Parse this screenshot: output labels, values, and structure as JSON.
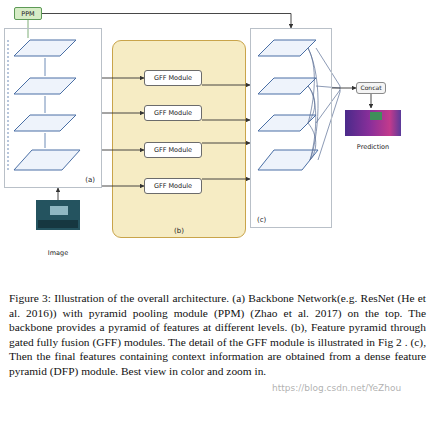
{
  "diagram": {
    "caption": "Figure 3: Illustration of the overall architecture. (a) Backbone Network(e.g. ResNet (He et al. 2016)) with pyramid pooling module (PPM) (Zhao et al. 2017) on the top. The backbone provides a pyramid of features at different levels. (b), Feature pyramid through gated fully fusion (GFF) modules. The detail of the GFF module is illustrated in Fig 2 . (c), Then the final features containing context information are obtained from a dense feature pyramid (DFP) module. Best view in color and zoom in.",
    "nodes": [
      {
        "text": [
          "PPM"
        ]
      },
      {
        "text": [
          "(a)"
        ]
      },
      {
        "text": [
          "(b)"
        ]
      },
      {
        "text": [
          "GFF Module"
        ],
        "in": 2
      },
      {
        "text": [
          "GFF Module"
        ],
        "in": 2
      },
      {
        "text": [
          "GFF Module"
        ],
        "in": 2
      },
      {
        "text": [
          "GFF Module"
        ],
        "in": 2
      },
      {
        "text": [
          "(c)"
        ]
      },
      {
        "text": [
          "Concat"
        ]
      },
      {
        "text": [
          "Image"
        ]
      },
      {
        "text": [
          "Prediction"
        ]
      }
    ],
    "edges": [
      {
        "from": 0,
        "to": 7,
        "arrow": "to"
      },
      {
        "from": 1,
        "to": 3,
        "arrow": "to"
      },
      {
        "from": 1,
        "to": 4,
        "arrow": "to"
      },
      {
        "from": 1,
        "to": 5,
        "arrow": "to"
      },
      {
        "from": 1,
        "to": 6,
        "arrow": "to"
      },
      {
        "from": 3,
        "to": 7,
        "arrow": "to"
      },
      {
        "from": 4,
        "to": 7,
        "arrow": "to"
      },
      {
        "from": 5,
        "to": 7,
        "arrow": "to"
      },
      {
        "from": 6,
        "to": 7,
        "arrow": "to"
      },
      {
        "from": 7,
        "to": 8,
        "arrow": "to"
      },
      {
        "from": 8,
        "to": 10,
        "arrow": "to"
      },
      {
        "from": 9,
        "to": 1,
        "arrow": "to"
      }
    ],
    "labels": [
      "https://blog.csdn.net/YeZhou"
    ]
  }
}
